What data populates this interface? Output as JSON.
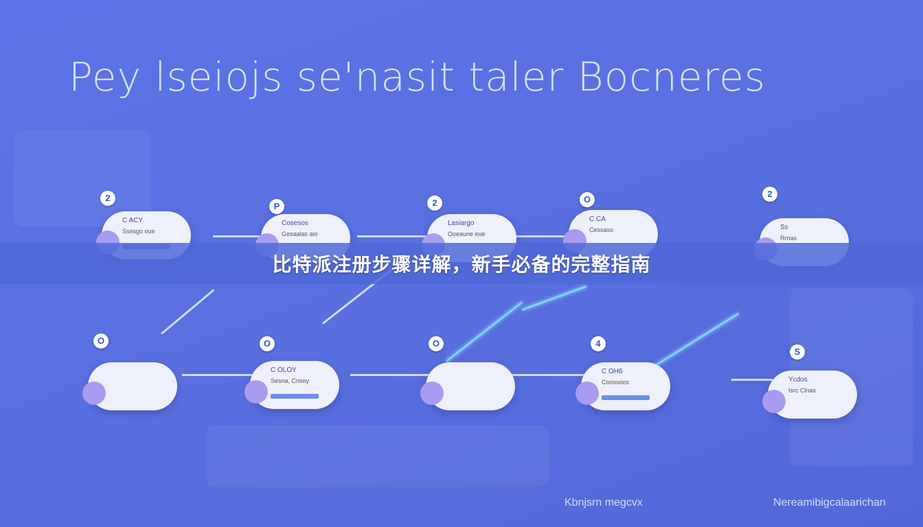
{
  "illustration": {
    "headline": "Pey lseiojs se'nasit taler Bocneres",
    "nodes": [
      {
        "badge": "2",
        "title": "C ACY",
        "sub": "Ssesgo oue"
      },
      {
        "badge": "P",
        "title": "Cosesos",
        "sub": "Gesaalas aio"
      },
      {
        "badge": "2",
        "title": "Lasiargo",
        "sub": "Ooeaune eue"
      },
      {
        "badge": "O",
        "title": "C CA",
        "sub": "Cessaso"
      },
      {
        "badge": "2",
        "title": "Ss",
        "sub": "Rrnas"
      },
      {
        "badge": "O",
        "title": "",
        "sub": ""
      },
      {
        "badge": "O",
        "title": "C OLOY",
        "sub": "Sesna, Cnsoy"
      },
      {
        "badge": "O",
        "title": "",
        "sub": ""
      },
      {
        "badge": "4",
        "title": "C OH6",
        "sub": "Coossoos"
      },
      {
        "badge": "S",
        "title": "Ycdos",
        "sub": "Isrc Clnas"
      }
    ],
    "footer_left": "Kbnjsrn megcvx",
    "footer_right": "Nereamibigcalaarichan"
  },
  "banner": {
    "title": "比特派注册步骤详解，新手必备的完整指南"
  },
  "colors": {
    "background": "#5a6fe0",
    "banner": "#5068d7",
    "node": "#eef1fb",
    "accent": "#7fd2ff"
  }
}
